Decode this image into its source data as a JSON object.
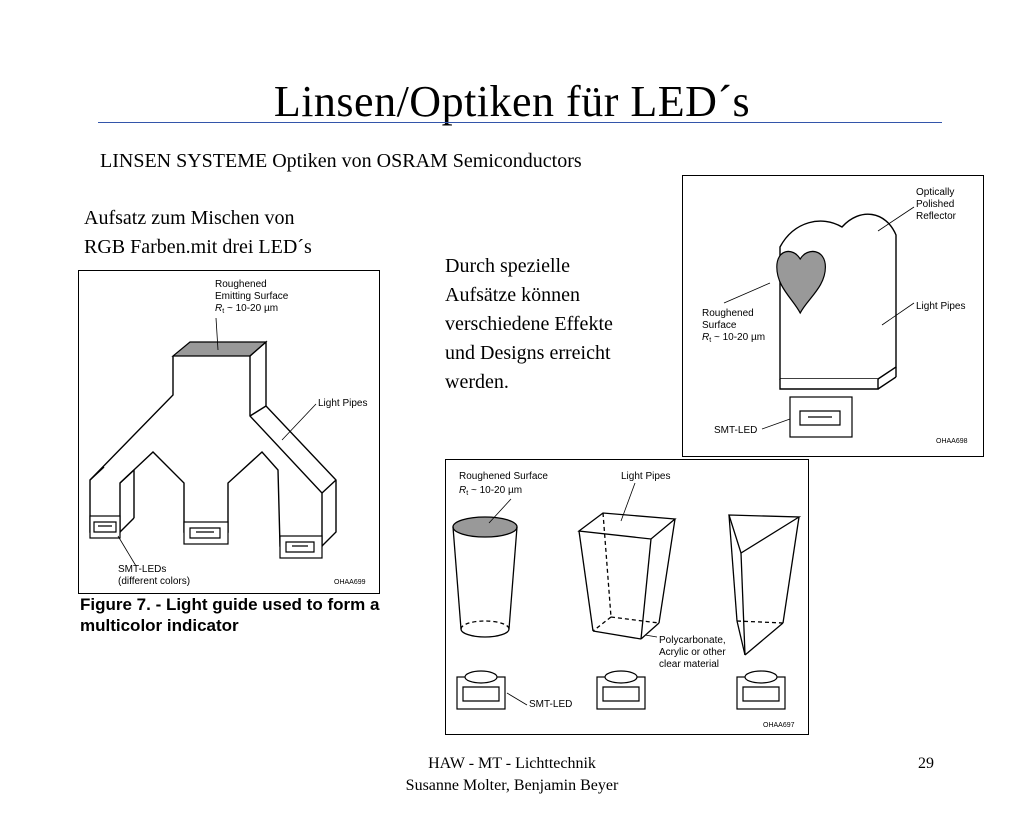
{
  "slide": {
    "title": "Linsen/Optiken für LED´s",
    "subtitle": "LINSEN SYSTEME Optiken von OSRAM Semiconductors",
    "left_text": [
      "Aufsatz zum Mischen von",
      "RGB Farben.mit drei LED´s"
    ],
    "mid_text": [
      "Durch spezielle",
      "Aufsätze können",
      "verschiedene Effekte",
      "und Designs erreicht",
      "werden."
    ],
    "figure7_caption": [
      "Figure 7. - Light guide used to form a",
      "multicolor indicator"
    ],
    "footer_line1": "HAW - MT - Lichttechnik",
    "footer_line2": "Susanne Molter, Benjamin Beyer",
    "page_number": "29"
  },
  "figure_left": {
    "label_surface_1": "Roughened",
    "label_surface_2": "Emitting Surface",
    "label_surface_3": "R",
    "label_surface_3b": "t",
    "label_surface_3c": " ~ 10-20 µm",
    "label_pipes": "Light Pipes",
    "label_leds_1": "SMT-LEDs",
    "label_leds_2": "(different colors)",
    "code": "OHAA699"
  },
  "figure_right": {
    "label_reflector_1": "Optically",
    "label_reflector_2": "Polished",
    "label_reflector_3": "Reflector",
    "label_pipes": "Light Pipes",
    "label_surface_1": "Roughened",
    "label_surface_2": "Surface",
    "label_surface_3": "R",
    "label_surface_3b": "t",
    "label_surface_3c": " ~ 10-20 µm",
    "label_led": "SMT-LED",
    "code": "OHAA698"
  },
  "figure_bottom": {
    "label_surface_1": "Roughened Surface",
    "label_surface_2": "R",
    "label_surface_2b": "t",
    "label_surface_2c": " ~ 10-20 µm",
    "label_pipes": "Light Pipes",
    "label_material_1": "Polycarbonate,",
    "label_material_2": "Acrylic or other",
    "label_material_3": "clear material",
    "label_led": "SMT-LED",
    "code": "OHAA697"
  },
  "colors": {
    "rule": "#3355aa",
    "surface_fill": "#999999",
    "figure_border": "#000000"
  }
}
